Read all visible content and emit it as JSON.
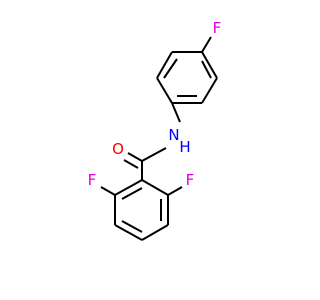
{
  "molecule": {
    "atoms": {
      "f_top": {
        "symbol": "F",
        "color": "#e000e0"
      },
      "nh": {
        "symbol": "N",
        "suffix": "H",
        "color": "#0000ff"
      },
      "o": {
        "symbol": "O",
        "color": "#ff0000"
      },
      "f_left": {
        "symbol": "F",
        "color": "#e000e0"
      },
      "f_right": {
        "symbol": "F",
        "color": "#e000e0"
      }
    },
    "bond_color": "#000000"
  }
}
